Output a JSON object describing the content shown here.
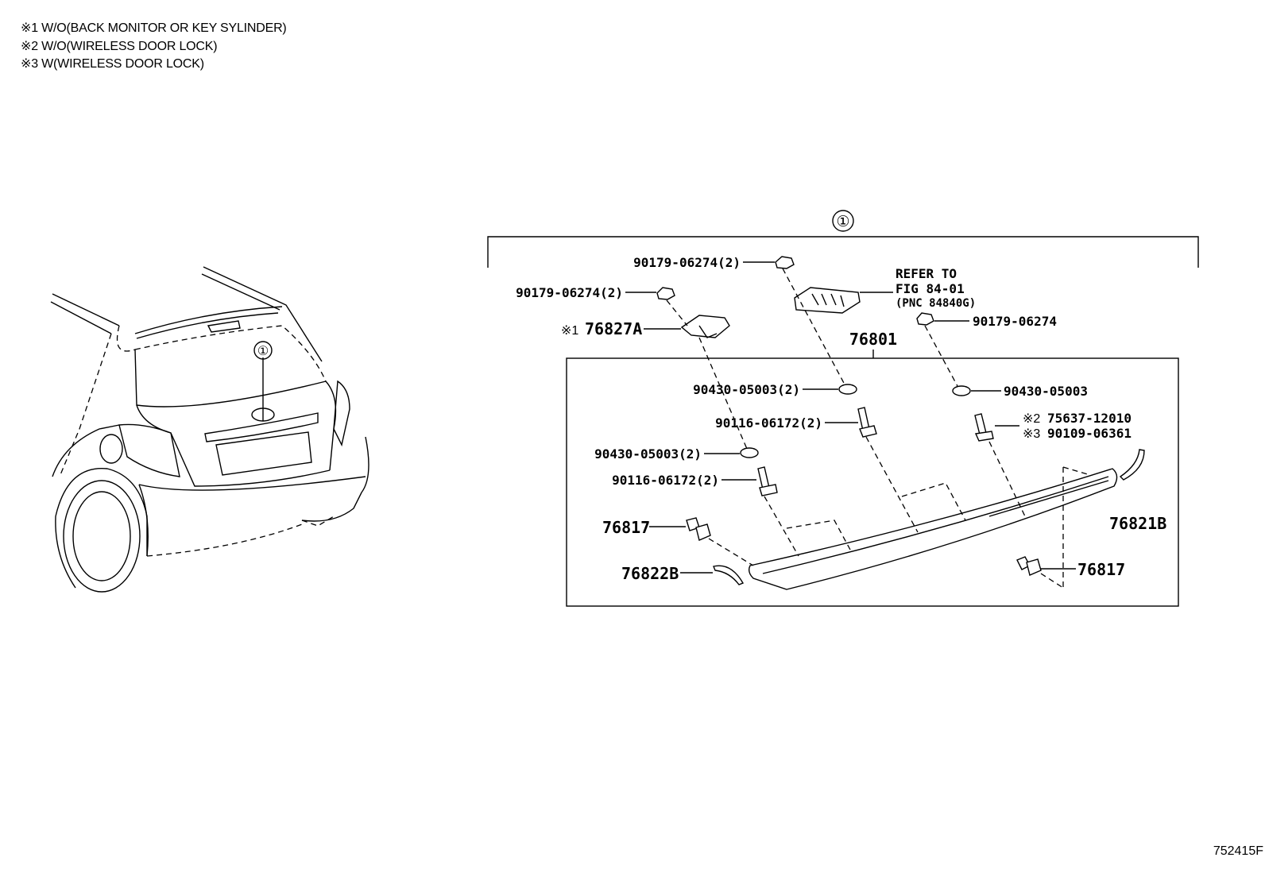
{
  "notes": [
    "※1 W/O(BACK MONITOR OR KEY SYLINDER)",
    "※2 W/O(WIRELESS DOOR LOCK)",
    "※3 W(WIRELESS DOOR LOCK)"
  ],
  "assembly_marker": "①",
  "vehicle_marker": "①",
  "labels": {
    "nut_top_center": "90179-06274(2)",
    "nut_top_left": "90179-06274(2)",
    "refer_line1": "REFER TO",
    "refer_line2": "FIG 84-01",
    "refer_line3": "(PNC 84840G)",
    "nut_right": "90179-06274",
    "camera_prefix": "※1",
    "camera": "76827A",
    "garnish": "76801",
    "washer_center": "90430-05003(2)",
    "washer_right": "90430-05003",
    "screw_center": "90116-06172(2)",
    "screw_right_a_prefix": "※2",
    "screw_right_a": "75637-12010",
    "screw_right_b_prefix": "※3",
    "screw_right_b": "90109-06361",
    "washer_left": "90430-05003(2)",
    "screw_left": "90116-06172(2)",
    "clip_left": "76817",
    "clip_right": "76817",
    "pad_left": "76822B",
    "pad_right": "76821B"
  },
  "figure_id": "752415F"
}
